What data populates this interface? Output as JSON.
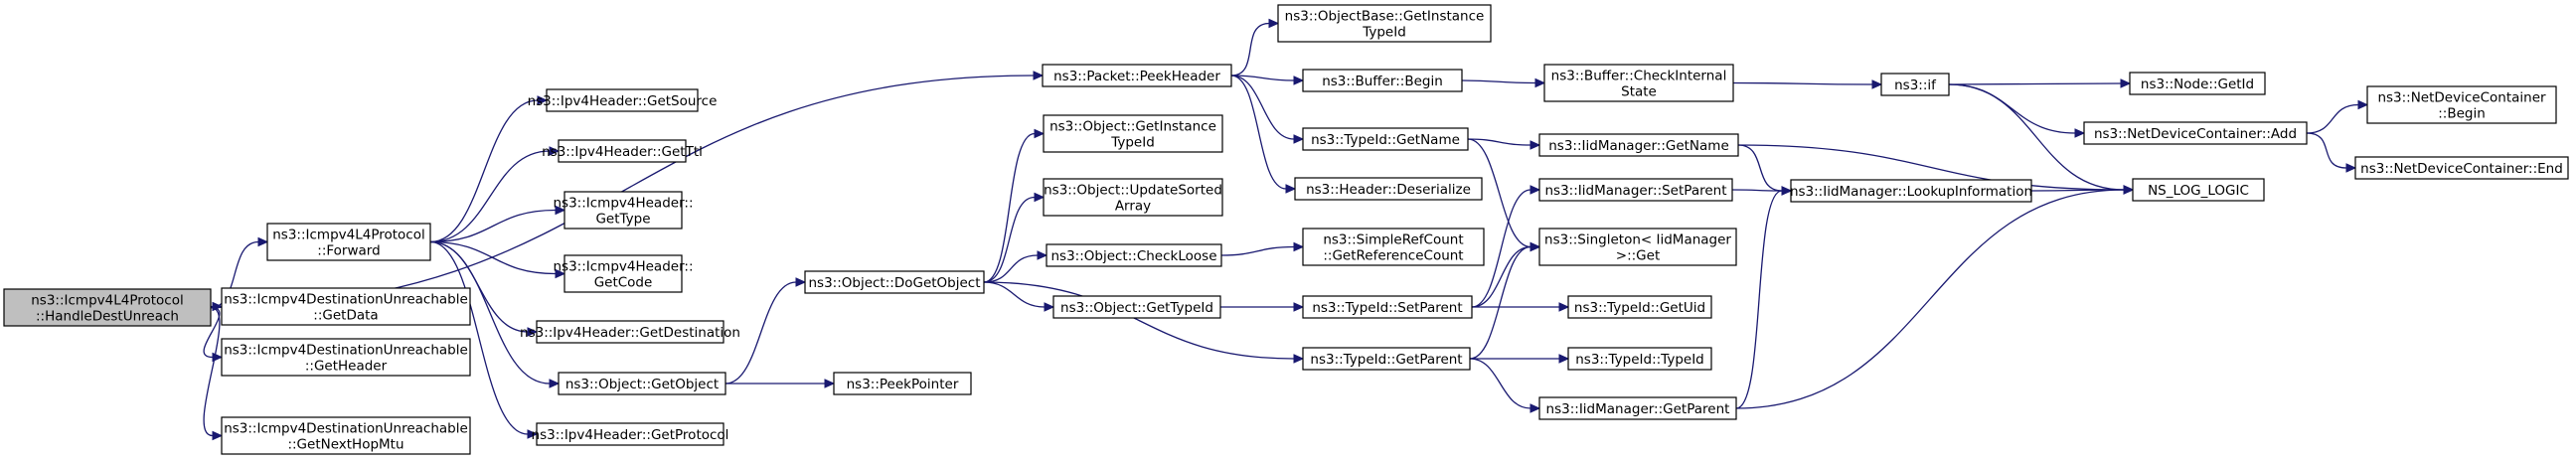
{
  "colors": {
    "background": "#ffffff",
    "node_fill": "#ffffff",
    "root_fill": "#bfbfbf",
    "node_border": "#000000",
    "edge": "#191970"
  },
  "nodes": [
    {
      "id": "root",
      "lines": [
        "ns3::Icmpv4L4Protocol",
        "::HandleDestUnreach"
      ],
      "root": true
    },
    {
      "id": "fwd",
      "lines": [
        "ns3::Icmpv4L4Protocol",
        "::Forward"
      ]
    },
    {
      "id": "getdata",
      "lines": [
        "ns3::Icmpv4DestinationUnreachable",
        "::GetData"
      ]
    },
    {
      "id": "getheader",
      "lines": [
        "ns3::Icmpv4DestinationUnreachable",
        "::GetHeader"
      ]
    },
    {
      "id": "getnexthop",
      "lines": [
        "ns3::Icmpv4DestinationUnreachable",
        "::GetNextHopMtu"
      ]
    },
    {
      "id": "peekheader",
      "lines": [
        "ns3::Packet::PeekHeader"
      ]
    },
    {
      "id": "getsource",
      "lines": [
        "ns3::Ipv4Header::GetSource"
      ]
    },
    {
      "id": "getttl",
      "lines": [
        "ns3::Ipv4Header::GetTtl"
      ]
    },
    {
      "id": "gettype",
      "lines": [
        "ns3::Icmpv4Header::",
        "GetType"
      ]
    },
    {
      "id": "getcode",
      "lines": [
        "ns3::Icmpv4Header::",
        "GetCode"
      ]
    },
    {
      "id": "getdest",
      "lines": [
        "ns3::Ipv4Header::GetDestination"
      ]
    },
    {
      "id": "getobject",
      "lines": [
        "ns3::Object::GetObject"
      ]
    },
    {
      "id": "getproto",
      "lines": [
        "ns3::Ipv4Header::GetProtocol"
      ]
    },
    {
      "id": "dogetobject",
      "lines": [
        "ns3::Object::DoGetObject"
      ]
    },
    {
      "id": "peekpointer",
      "lines": [
        "ns3::PeekPointer"
      ]
    },
    {
      "id": "obj_getinst",
      "lines": [
        "ns3::Object::GetInstance",
        "TypeId"
      ]
    },
    {
      "id": "obj_update",
      "lines": [
        "ns3::Object::UpdateSorted",
        "Array"
      ]
    },
    {
      "id": "obj_checkloose",
      "lines": [
        "ns3::Object::CheckLoose"
      ]
    },
    {
      "id": "obj_gettypeid",
      "lines": [
        "ns3::Object::GetTypeId"
      ]
    },
    {
      "id": "objbase_getinst",
      "lines": [
        "ns3::ObjectBase::GetInstance",
        "TypeId"
      ]
    },
    {
      "id": "buf_begin",
      "lines": [
        "ns3::Buffer::Begin"
      ]
    },
    {
      "id": "tid_getname",
      "lines": [
        "ns3::TypeId::GetName"
      ]
    },
    {
      "id": "hdr_deser",
      "lines": [
        "ns3::Header::Deserialize"
      ]
    },
    {
      "id": "srefcount",
      "lines": [
        "ns3::SimpleRefCount",
        "::GetReferenceCount"
      ]
    },
    {
      "id": "tid_setparent",
      "lines": [
        "ns3::TypeId::SetParent"
      ]
    },
    {
      "id": "tid_getparent",
      "lines": [
        "ns3::TypeId::GetParent"
      ]
    },
    {
      "id": "buf_check",
      "lines": [
        "ns3::Buffer::CheckInternal",
        "State"
      ]
    },
    {
      "id": "iid_getname",
      "lines": [
        "ns3::IidManager::GetName"
      ]
    },
    {
      "id": "iid_setparent",
      "lines": [
        "ns3::IidManager::SetParent"
      ]
    },
    {
      "id": "singleton",
      "lines": [
        "ns3::Singleton< IidManager",
        ">::Get"
      ]
    },
    {
      "id": "tid_getuid",
      "lines": [
        "ns3::TypeId::GetUid"
      ]
    },
    {
      "id": "tid_typeid",
      "lines": [
        "ns3::TypeId::TypeId"
      ]
    },
    {
      "id": "iid_getparent",
      "lines": [
        "ns3::IidManager::GetParent"
      ]
    },
    {
      "id": "if",
      "lines": [
        "ns3::if"
      ]
    },
    {
      "id": "iid_lookup",
      "lines": [
        "ns3::IidManager::LookupInformation"
      ]
    },
    {
      "id": "node_getid",
      "lines": [
        "ns3::Node::GetId"
      ]
    },
    {
      "id": "ndc_add",
      "lines": [
        "ns3::NetDeviceContainer::Add"
      ]
    },
    {
      "id": "ns_log",
      "lines": [
        "NS_LOG_LOGIC"
      ]
    },
    {
      "id": "ndc_begin",
      "lines": [
        "ns3::NetDeviceContainer",
        "::Begin"
      ]
    },
    {
      "id": "ndc_end",
      "lines": [
        "ns3::NetDeviceContainer::End"
      ]
    }
  ],
  "edges": [
    [
      "root",
      "fwd"
    ],
    [
      "root",
      "getdata"
    ],
    [
      "root",
      "getheader"
    ],
    [
      "root",
      "getnexthop"
    ],
    [
      "root",
      "peekheader"
    ],
    [
      "fwd",
      "getsource"
    ],
    [
      "fwd",
      "getttl"
    ],
    [
      "fwd",
      "gettype"
    ],
    [
      "fwd",
      "getcode"
    ],
    [
      "fwd",
      "getdest"
    ],
    [
      "fwd",
      "getobject"
    ],
    [
      "fwd",
      "getproto"
    ],
    [
      "getobject",
      "dogetobject"
    ],
    [
      "getobject",
      "peekpointer"
    ],
    [
      "dogetobject",
      "obj_getinst"
    ],
    [
      "dogetobject",
      "obj_update"
    ],
    [
      "dogetobject",
      "obj_checkloose"
    ],
    [
      "dogetobject",
      "obj_gettypeid"
    ],
    [
      "dogetobject",
      "tid_getparent"
    ],
    [
      "obj_checkloose",
      "srefcount"
    ],
    [
      "obj_gettypeid",
      "tid_setparent"
    ],
    [
      "peekheader",
      "objbase_getinst"
    ],
    [
      "peekheader",
      "buf_begin"
    ],
    [
      "peekheader",
      "tid_getname"
    ],
    [
      "peekheader",
      "hdr_deser"
    ],
    [
      "buf_begin",
      "buf_check"
    ],
    [
      "buf_check",
      "if"
    ],
    [
      "tid_getname",
      "iid_getname"
    ],
    [
      "tid_getname",
      "singleton"
    ],
    [
      "tid_setparent",
      "iid_setparent"
    ],
    [
      "tid_setparent",
      "singleton"
    ],
    [
      "tid_setparent",
      "tid_getuid"
    ],
    [
      "tid_getparent",
      "singleton"
    ],
    [
      "tid_getparent",
      "tid_typeid"
    ],
    [
      "tid_getparent",
      "iid_getparent"
    ],
    [
      "iid_getname",
      "iid_lookup"
    ],
    [
      "iid_getname",
      "ns_log"
    ],
    [
      "iid_setparent",
      "iid_lookup"
    ],
    [
      "iid_getparent",
      "iid_lookup"
    ],
    [
      "iid_getparent",
      "ns_log"
    ],
    [
      "iid_lookup",
      "ns_log"
    ],
    [
      "if",
      "node_getid"
    ],
    [
      "if",
      "ndc_add"
    ],
    [
      "if",
      "ns_log"
    ],
    [
      "ndc_add",
      "ndc_begin"
    ],
    [
      "ndc_add",
      "ndc_end"
    ]
  ]
}
